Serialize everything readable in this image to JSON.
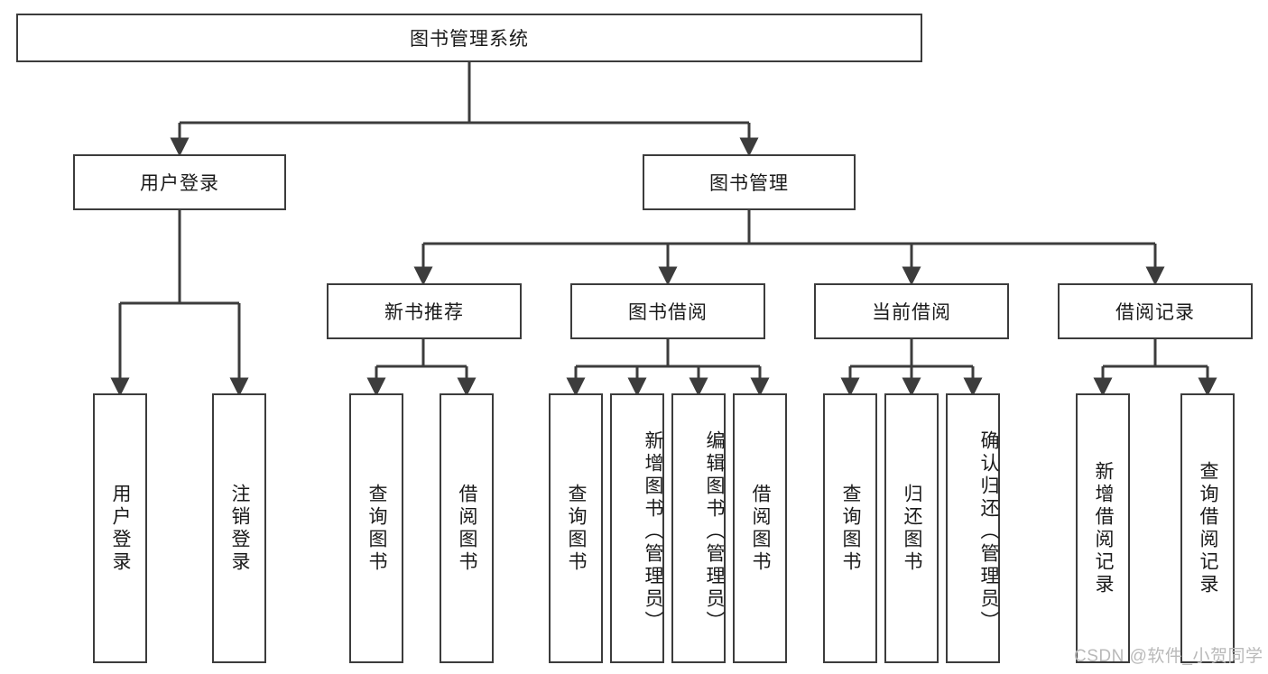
{
  "diagram": {
    "title": "图书管理系统",
    "type": "tree-hierarchy",
    "root": {
      "label": "图书管理系统"
    },
    "level2": [
      {
        "label": "用户登录"
      },
      {
        "label": "图书管理"
      }
    ],
    "level3": [
      {
        "label": "新书推荐"
      },
      {
        "label": "图书借阅"
      },
      {
        "label": "当前借阅"
      },
      {
        "label": "借阅记录"
      }
    ],
    "leaves": {
      "user_login": [
        {
          "label": "用户登录"
        },
        {
          "label": "注销登录"
        }
      ],
      "new_book_recommend": [
        {
          "label": "查询图书"
        },
        {
          "label": "借阅图书"
        }
      ],
      "book_borrow": [
        {
          "label": "查询图书"
        },
        {
          "label": "新增图书（管理员）"
        },
        {
          "label": "编辑图书（管理员）"
        },
        {
          "label": "借阅图书"
        }
      ],
      "current_borrow": [
        {
          "label": "查询图书"
        },
        {
          "label": "归还图书"
        },
        {
          "label": "确认归还（管理员）"
        }
      ],
      "borrow_record": [
        {
          "label": "新增借阅记录"
        },
        {
          "label": "查询借阅记录"
        }
      ]
    }
  },
  "watermark": {
    "text": "CSDN @软件_小贺同学"
  },
  "colors": {
    "stroke": "#3c3c3c",
    "background": "#ffffff",
    "text": "#1a1a1a",
    "watermark": "#b9b9b9"
  }
}
